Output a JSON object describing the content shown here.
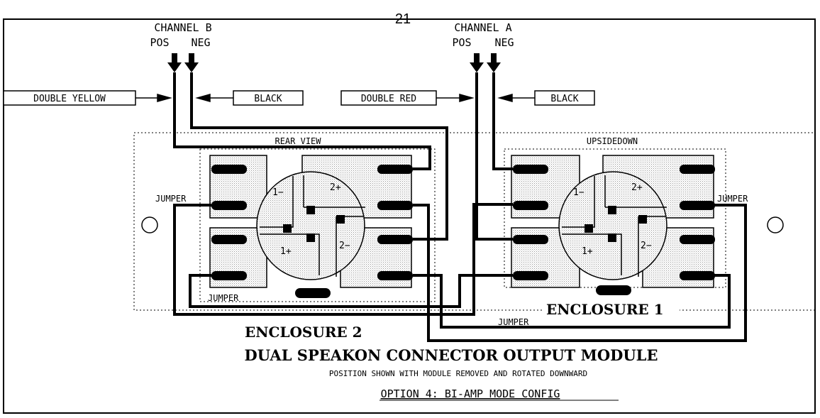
{
  "page_number": "21",
  "channel_b": {
    "title": "CHANNEL B",
    "pos": "POS",
    "neg": "NEG"
  },
  "channel_a": {
    "title": "CHANNEL A",
    "pos": "POS",
    "neg": "NEG"
  },
  "wire_labels": {
    "double_yellow": "DOUBLE YELLOW",
    "black_b": "BLACK",
    "double_red": "DOUBLE RED",
    "black_a": "BLACK"
  },
  "view_labels": {
    "rear_view": "REAR VIEW",
    "upsidedown": "UPSIDEDOWN"
  },
  "jumpers": {
    "left_side": "JUMPER",
    "left_bottom": "JUMPER",
    "right_side": "JUMPER",
    "center_bottom": "JUMPER"
  },
  "terminals": {
    "left": {
      "one_minus": "1−",
      "two_plus": "2+",
      "one_plus": "1+",
      "two_minus": "2−"
    },
    "right": {
      "one_minus": "1−",
      "two_plus": "2+",
      "one_plus": "1+",
      "two_minus": "2−"
    }
  },
  "enclosure_1": "ENCLOSURE 1",
  "enclosure_2": "ENCLOSURE 2",
  "title": "DUAL SPEAKON CONNECTOR OUTPUT MODULE",
  "subtitle": "POSITION SHOWN WITH MODULE REMOVED AND ROTATED DOWNWARD",
  "option": "OPTION 4: BI-AMP MODE CONFIG",
  "colors": {
    "stroke": "#000000",
    "panel_fill": "#e4e4e4",
    "background": "#ffffff"
  }
}
